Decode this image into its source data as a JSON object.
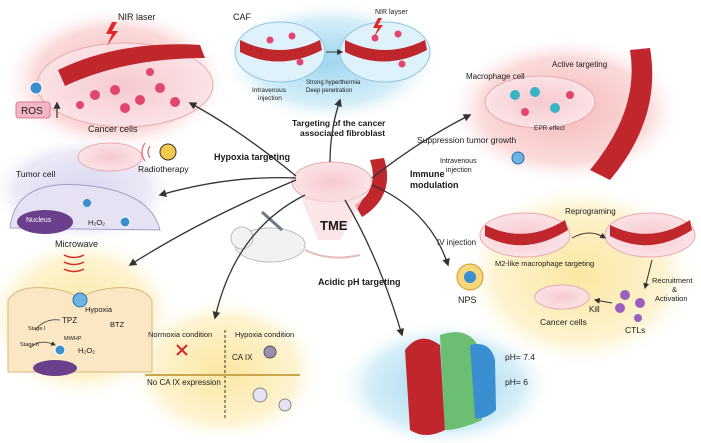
{
  "center": {
    "label": "TME"
  },
  "panels": {
    "nir_cancer": {
      "nir": "NIR laser",
      "ros": "ROS",
      "cancer_cells": "Cancer cells"
    },
    "caf": {
      "caf": "CAF",
      "nir": "NIR layser",
      "hyper1": "Strong hyperthermia",
      "hyper2": "Deep penetration",
      "iv1": "Intravenous",
      "iv2": "injection"
    },
    "macrophage": {
      "macrophage_cell": "Macrophage cell",
      "active_targeting": "Active targeting",
      "epr": "EPR effect",
      "suppression": "Suppression tumor growth",
      "iv1": "Intravenous",
      "iv2": "injection"
    },
    "radio": {
      "tumor_cell": "Tumor cell",
      "radiotherapy": "Radiotherapy",
      "nucleus": "Nucleus",
      "h2o2": "H₂O₂"
    },
    "microwave": {
      "microwave": "Microwave",
      "tpz": "TPZ",
      "hypoxia": "Hypoxia",
      "btz": "BTZ",
      "stage1": "Stage I",
      "stage2": "Stage II",
      "mwhp": "MWHP",
      "h2o2": "H₂O₂"
    },
    "caix": {
      "normoxia": "Normoxia condition",
      "hypoxia": "Hypoxia condition",
      "ca_ix": "CA IX",
      "no_ca_ix": "No CA IX expression"
    },
    "ph": {
      "ph74": "pH= 7.4",
      "ph6": "pH= 6"
    },
    "immune": {
      "reprograming": "Reprograming",
      "iv_injection": "IV injection",
      "m2": "M2-like macrophage targeting",
      "nps": "NPS",
      "recruitment1": "Recruitment",
      "recruitment2": "&",
      "recruitment3": "Activation",
      "kill": "Kill",
      "ctls": "CTLs",
      "cancer_cells": "Cancer cells"
    }
  },
  "branches": {
    "hypoxia": "Hypoxia targeting",
    "caf1": "Targeting of the cancer",
    "caf2": "associated fibroblast",
    "immune1": "Immune",
    "immune2": "modulation",
    "acidic": "Acidic pH targeting"
  },
  "colors": {
    "vessel": "#c0272d",
    "cell": "#e2466e",
    "arrow": "#333333",
    "glow_pink": "#f9c6c6",
    "glow_blue": "#bfe4f4",
    "glow_yellow": "#fbefb8",
    "ros_box": "#f4b6c6",
    "nucleus": "#6a3f8c",
    "blue_np": "#3a8fd1"
  }
}
